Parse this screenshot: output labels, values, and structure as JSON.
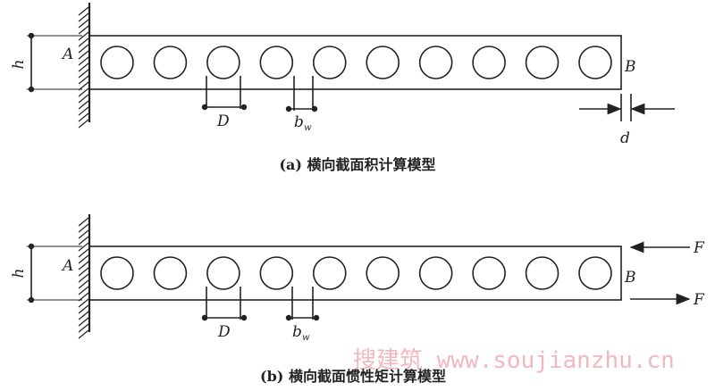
{
  "diagram_a": {
    "caption": "(a) 横向截面积计算模型",
    "labels": {
      "h": "h",
      "A": "A",
      "B": "B",
      "D": "D",
      "b": "b",
      "w": "w",
      "d": "d"
    },
    "hole_count": 10
  },
  "diagram_b": {
    "caption": "(b) 横向截面惯性矩计算模型",
    "labels": {
      "h": "h",
      "A": "A",
      "B": "B",
      "D": "D",
      "b": "b",
      "w": "w",
      "F_top": "F",
      "F_bottom": "F"
    },
    "hole_count": 10
  },
  "watermark": "搜建筑 www.soujianzhu.cn",
  "colors": {
    "line": "#222222",
    "watermark": "#f2b8bd"
  }
}
